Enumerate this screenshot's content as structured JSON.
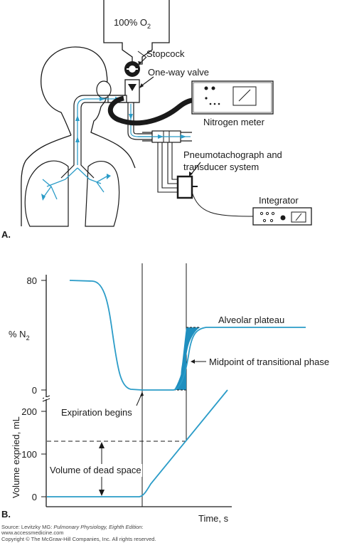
{
  "panel_a": {
    "letter": "A.",
    "oxygen_label_main": "100% O",
    "oxygen_label_sub": "2",
    "stopcock": "Stopcock",
    "one_way_valve": "One-way valve",
    "nitrogen_meter": "Nitrogen meter",
    "pneumo_line1": "Pneumotachograph and",
    "pneumo_line2": "transducer system",
    "integrator": "Integrator"
  },
  "panel_b": {
    "letter": "B.",
    "n2_axis_main": "% N",
    "n2_axis_sub": "2",
    "n2_tick_top": "80",
    "n2_tick_bottom": "0",
    "vol_axis_label": "Volume expried, mL",
    "vol_tick_200": "200",
    "vol_tick_100": "100",
    "vol_tick_0": "0",
    "alveolar_plateau": "Alveolar plateau",
    "midpoint": "Midpoint of transitional phase",
    "expiration_begins": "Expiration begins",
    "dead_space": "Volume of dead space",
    "time_axis": "Time, s"
  },
  "credits": {
    "source_prefix": "Source: Levitzky MG: ",
    "source_title": "Pulmonary Physiology, Eighth Edition",
    "source_suffix": ":",
    "url": "www.accessmedicine.com",
    "copyright": "Copyright © The McGraw-Hill Companies, Inc. All rights reserved."
  },
  "colors": {
    "curve": "#2b9cc8",
    "shade": "#1f8fbf",
    "ink": "#1a1a1a"
  }
}
